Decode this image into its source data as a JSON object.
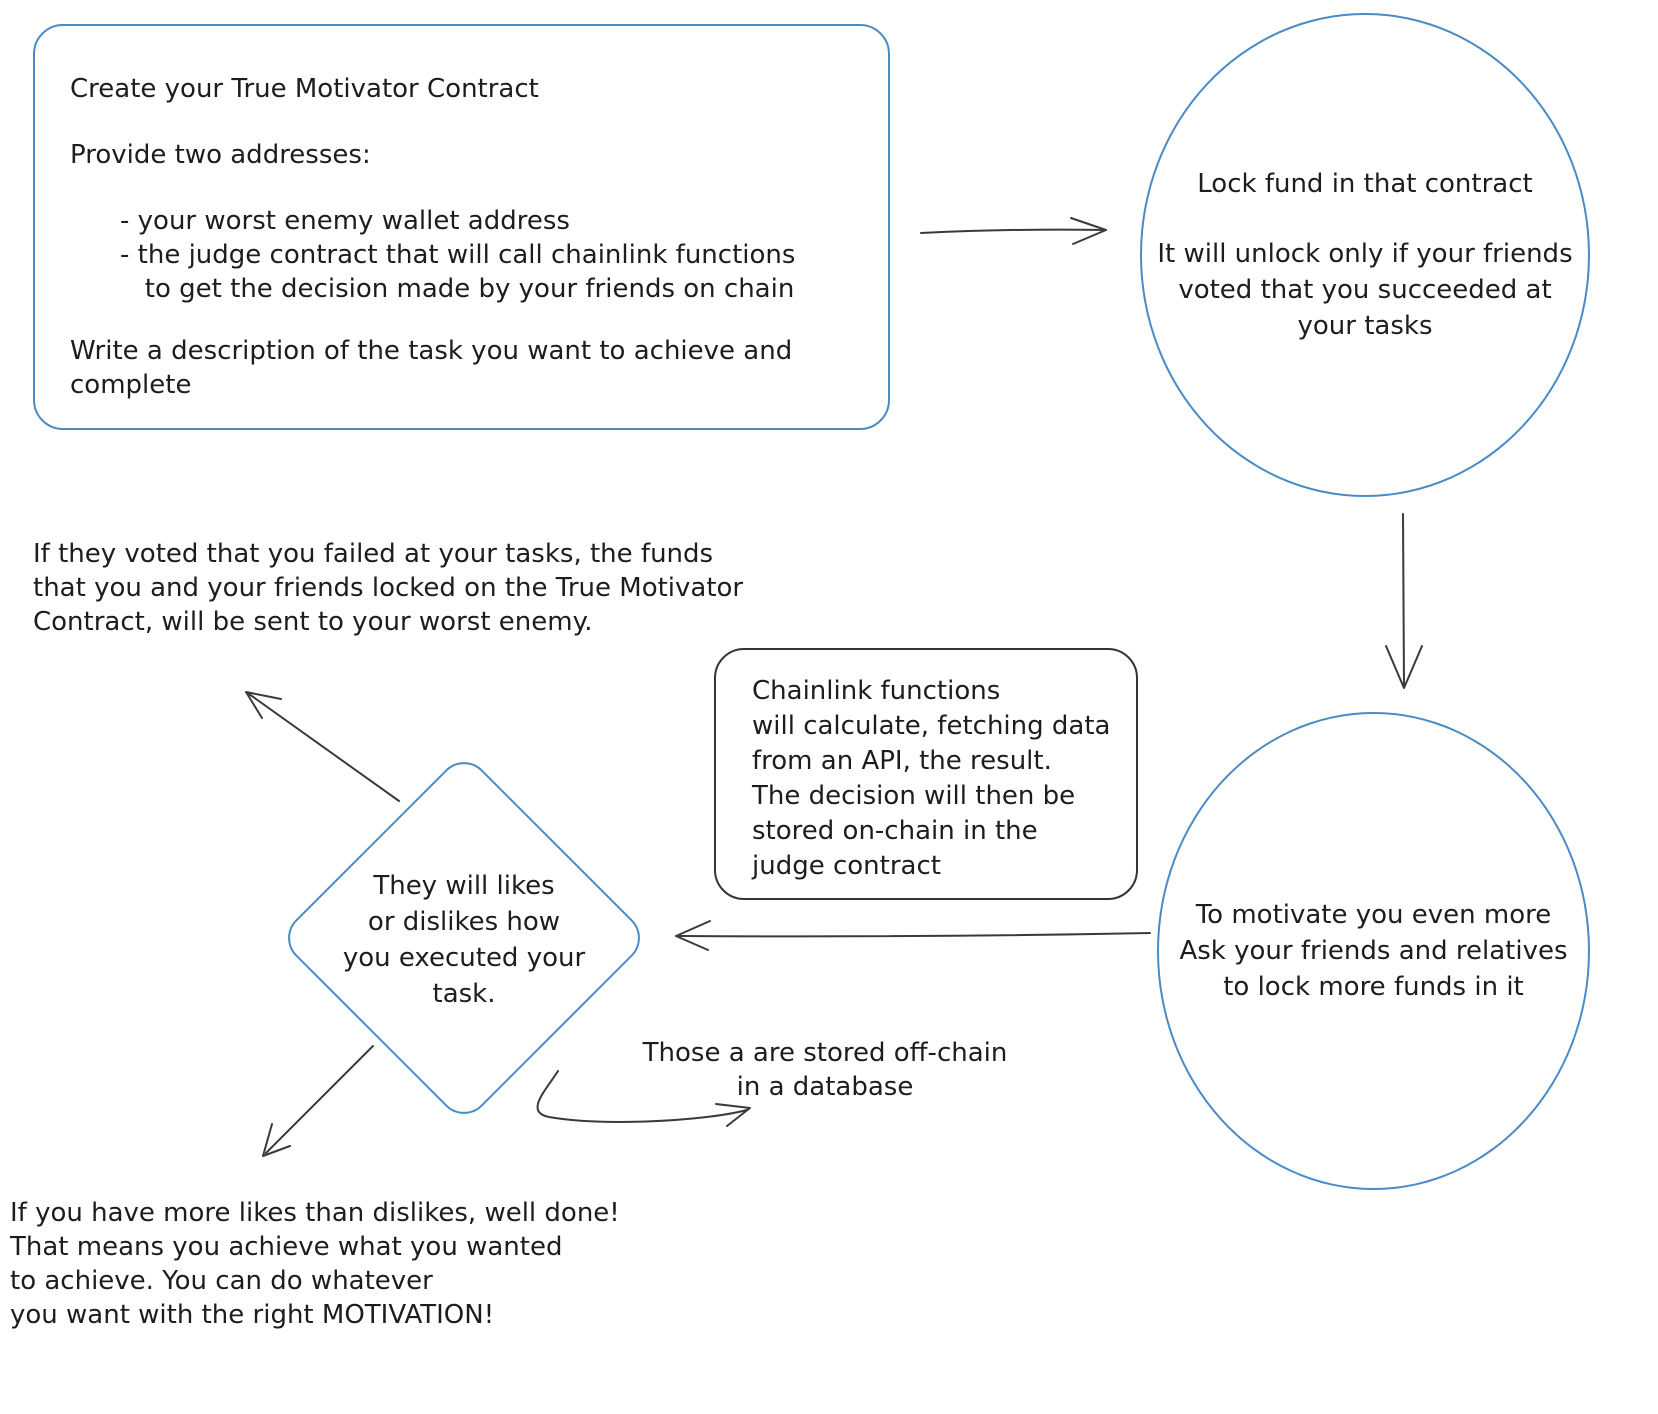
{
  "colors": {
    "shape_blue": "#4a8bc6",
    "stroke_dark": "#343434",
    "arrow_dark": "#3a3a3a",
    "text": "#1d1d1d",
    "background": "#ffffff"
  },
  "nodes": {
    "create_contract_box": {
      "title": "Create your True Motivator Contract",
      "subtitle": "Provide two addresses:",
      "bullets": "- your worst enemy wallet address\n- the judge contract that will call chainlink functions\n   to get the decision made by your friends on chain",
      "footer": "Write a description of the task you want to achieve and\ncomplete"
    },
    "lock_fund_circle": {
      "line1": "Lock fund in that contract",
      "line2": "It will unlock only if your friends\nvoted that you succeeded at\nyour tasks"
    },
    "motivate_circle": {
      "text": "To motivate you even more\nAsk your friends and relatives\nto lock more funds in it"
    },
    "vote_diamond": {
      "text": "They will likes\nor dislikes how\nyou executed your\ntask."
    },
    "chainlink_box": {
      "text": "Chainlink functions\nwill calculate, fetching data\nfrom an API, the result.\nThe decision will then be\nstored on-chain in the\njudge contract"
    }
  },
  "annotations": {
    "failed_note": "If they voted that you failed at your tasks, the funds\nthat you and your friends locked on the True Motivator\nContract, will be sent to your worst enemy.",
    "offchain_note": "Those a are stored off-chain\nin a database",
    "success_note": "If you have more likes than dislikes, well done!\nThat means you achieve what you wanted\nto achieve. You can do whatever\nyou want with the right MOTIVATION!"
  }
}
